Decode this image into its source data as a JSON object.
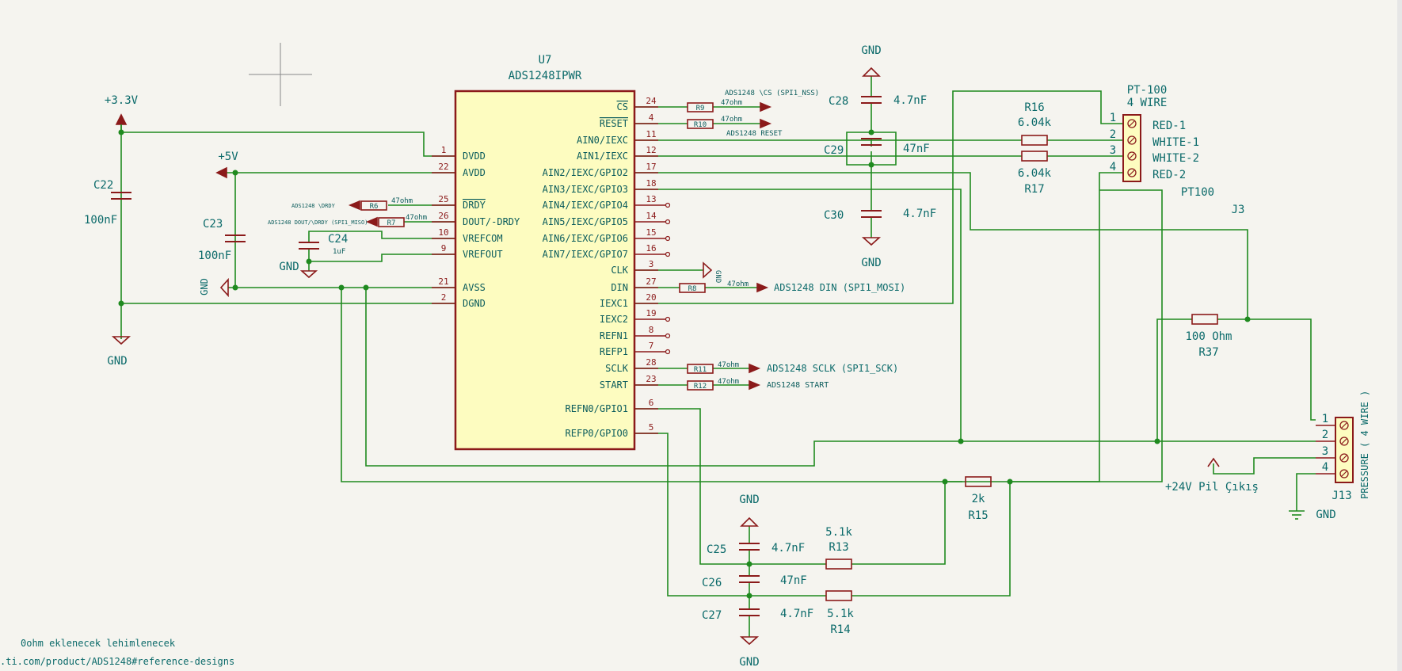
{
  "ic": {
    "ref": "U7",
    "value": "ADS1248IPWR",
    "left_pins": [
      {
        "num": "1",
        "name": "DVDD"
      },
      {
        "num": "22",
        "name": "AVDD"
      },
      {
        "num": "25",
        "name": "DRDY"
      },
      {
        "num": "26",
        "name": "DOUT/-DRDY"
      },
      {
        "num": "10",
        "name": "VREFCOM"
      },
      {
        "num": "9",
        "name": "VREFOUT"
      },
      {
        "num": "21",
        "name": "AVSS"
      },
      {
        "num": "2",
        "name": "DGND"
      }
    ],
    "right_pins": [
      {
        "num": "24",
        "name": "CS"
      },
      {
        "num": "4",
        "name": "RESET"
      },
      {
        "num": "11",
        "name": "AIN0/IEXC"
      },
      {
        "num": "12",
        "name": "AIN1/IEXC"
      },
      {
        "num": "17",
        "name": "AIN2/IEXC/GPIO2"
      },
      {
        "num": "18",
        "name": "AIN3/IEXC/GPIO3"
      },
      {
        "num": "13",
        "name": "AIN4/IEXC/GPIO4"
      },
      {
        "num": "14",
        "name": "AIN5/IEXC/GPIO5"
      },
      {
        "num": "15",
        "name": "AIN6/IEXC/GPIO6"
      },
      {
        "num": "16",
        "name": "AIN7/IEXC/GPIO7"
      },
      {
        "num": "3",
        "name": "CLK"
      },
      {
        "num": "27",
        "name": "DIN"
      },
      {
        "num": "20",
        "name": "IEXC1"
      },
      {
        "num": "19",
        "name": "IEXC2"
      },
      {
        "num": "8",
        "name": "REFN1"
      },
      {
        "num": "7",
        "name": "REFP1"
      },
      {
        "num": "28",
        "name": "SCLK"
      },
      {
        "num": "23",
        "name": "START"
      },
      {
        "num": "6",
        "name": "REFN0/GPIO1"
      },
      {
        "num": "5",
        "name": "REFP0/GPIO0"
      }
    ]
  },
  "power": {
    "v33": "+3.3V",
    "v5": "+5V",
    "gnd": "GND",
    "v24": "+24V Pil Çıkış"
  },
  "caps": {
    "c22": {
      "ref": "C22",
      "value": "100nF"
    },
    "c23": {
      "ref": "C23",
      "value": "100nF"
    },
    "c24": {
      "ref": "C24",
      "value": "1uF"
    },
    "c28": {
      "ref": "C28",
      "value": "4.7nF"
    },
    "c29": {
      "ref": "C29",
      "value": "47nF"
    },
    "c30": {
      "ref": "C30",
      "value": "4.7nF"
    },
    "c25": {
      "ref": "C25",
      "value": "4.7nF"
    },
    "c26": {
      "ref": "C26",
      "value": "47nF"
    },
    "c27": {
      "ref": "C27",
      "value": "4.7nF"
    }
  },
  "resistors": {
    "r6": {
      "ref": "R6",
      "value": "47ohm"
    },
    "r7": {
      "ref": "R7",
      "value": "47ohm"
    },
    "r8": {
      "ref": "R8",
      "value": "47ohm"
    },
    "r9": {
      "ref": "R9",
      "value": "47ohm"
    },
    "r10": {
      "ref": "R10",
      "value": "47ohm"
    },
    "r11": {
      "ref": "R11",
      "value": "47ohm"
    },
    "r12": {
      "ref": "R12",
      "value": "47ohm"
    },
    "r13": {
      "ref": "R13",
      "value": "5.1k"
    },
    "r14": {
      "ref": "R14",
      "value": "5.1k"
    },
    "r15": {
      "ref": "R15",
      "value": "2k"
    },
    "r16": {
      "ref": "R16",
      "value": "6.04k"
    },
    "r17": {
      "ref": "R17",
      "value": "6.04k"
    },
    "r37": {
      "ref": "R37",
      "value": "100 Ohm"
    }
  },
  "nets": {
    "cs": "ADS1248 \\CS (SPI1_NSS)",
    "reset": "ADS1248 RESET",
    "drdy": "ADS1248 \\DRDY",
    "dout": "ADS1248 DOUT/\\DRDY (SPI1_MISO)",
    "din": "ADS1248 DIN (SPI1_MOSI)",
    "sclk": "ADS1248 SCLK (SPI1_SCK)",
    "start": "ADS1248 START"
  },
  "j3": {
    "title1": "PT-100",
    "title2": "4 WIRE",
    "pins": [
      "1",
      "2",
      "3",
      "4"
    ],
    "labels": [
      "RED-1",
      "WHITE-1",
      "WHITE-2",
      "RED-2"
    ],
    "value": "PT100",
    "ref": "J3"
  },
  "j13": {
    "ref": "J13",
    "value": "PRESSURE ( 4 WIRE )",
    "pins": [
      "1",
      "2",
      "3",
      "4"
    ]
  },
  "notes": {
    "line1": "0ohm eklenecek lehimlenecek",
    "line2": ".ti.com/product/ADS1248#reference-designs"
  }
}
